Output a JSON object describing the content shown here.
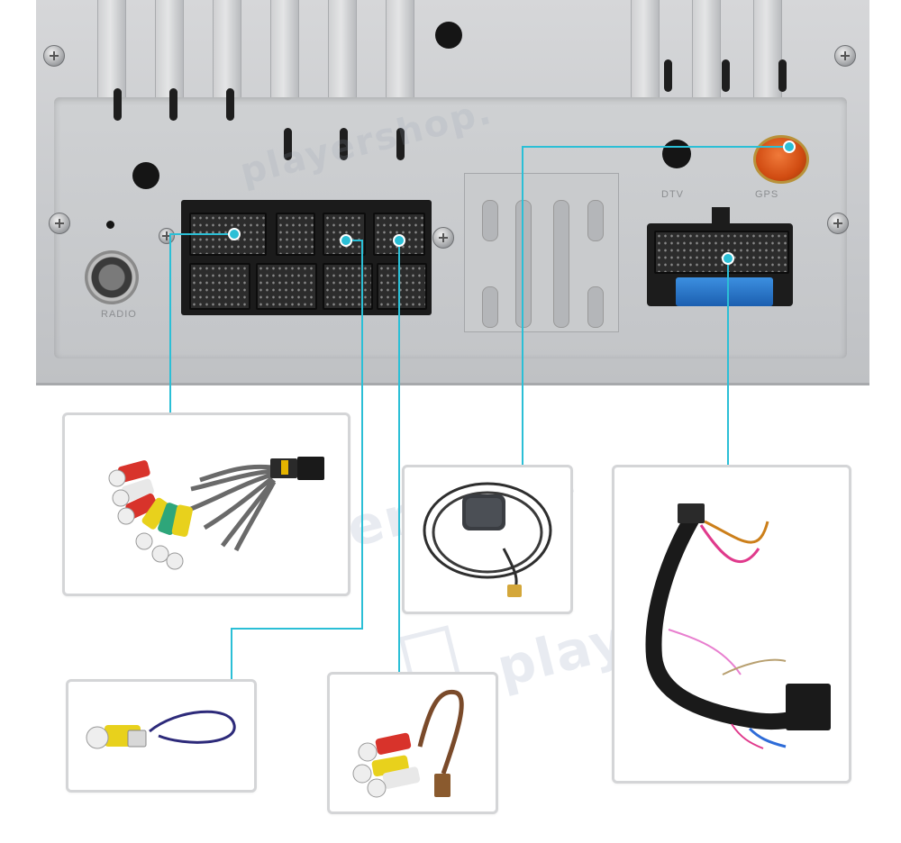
{
  "unit": {
    "labels": {
      "radio": "RADIO",
      "dtv": "DTV",
      "gps": "GPS"
    }
  },
  "watermark": {
    "text": "playershop."
  },
  "colors": {
    "callout_line": "#2bbfd6",
    "panel": "#c9cbcd",
    "box_border": "#d4d5d7",
    "gps_connector": "#d14c12",
    "fuse": "#1c5fb0"
  },
  "accessories": [
    {
      "id": "rca-av-cable",
      "icon": "rca-multi-cable-icon"
    },
    {
      "id": "gps-antenna",
      "icon": "gps-antenna-icon"
    },
    {
      "id": "iso-harness",
      "icon": "iso-wiring-harness-icon"
    },
    {
      "id": "camera-input-cable",
      "icon": "camera-rca-cable-icon"
    },
    {
      "id": "rca-out-cable",
      "icon": "rca-out-cable-icon"
    }
  ]
}
